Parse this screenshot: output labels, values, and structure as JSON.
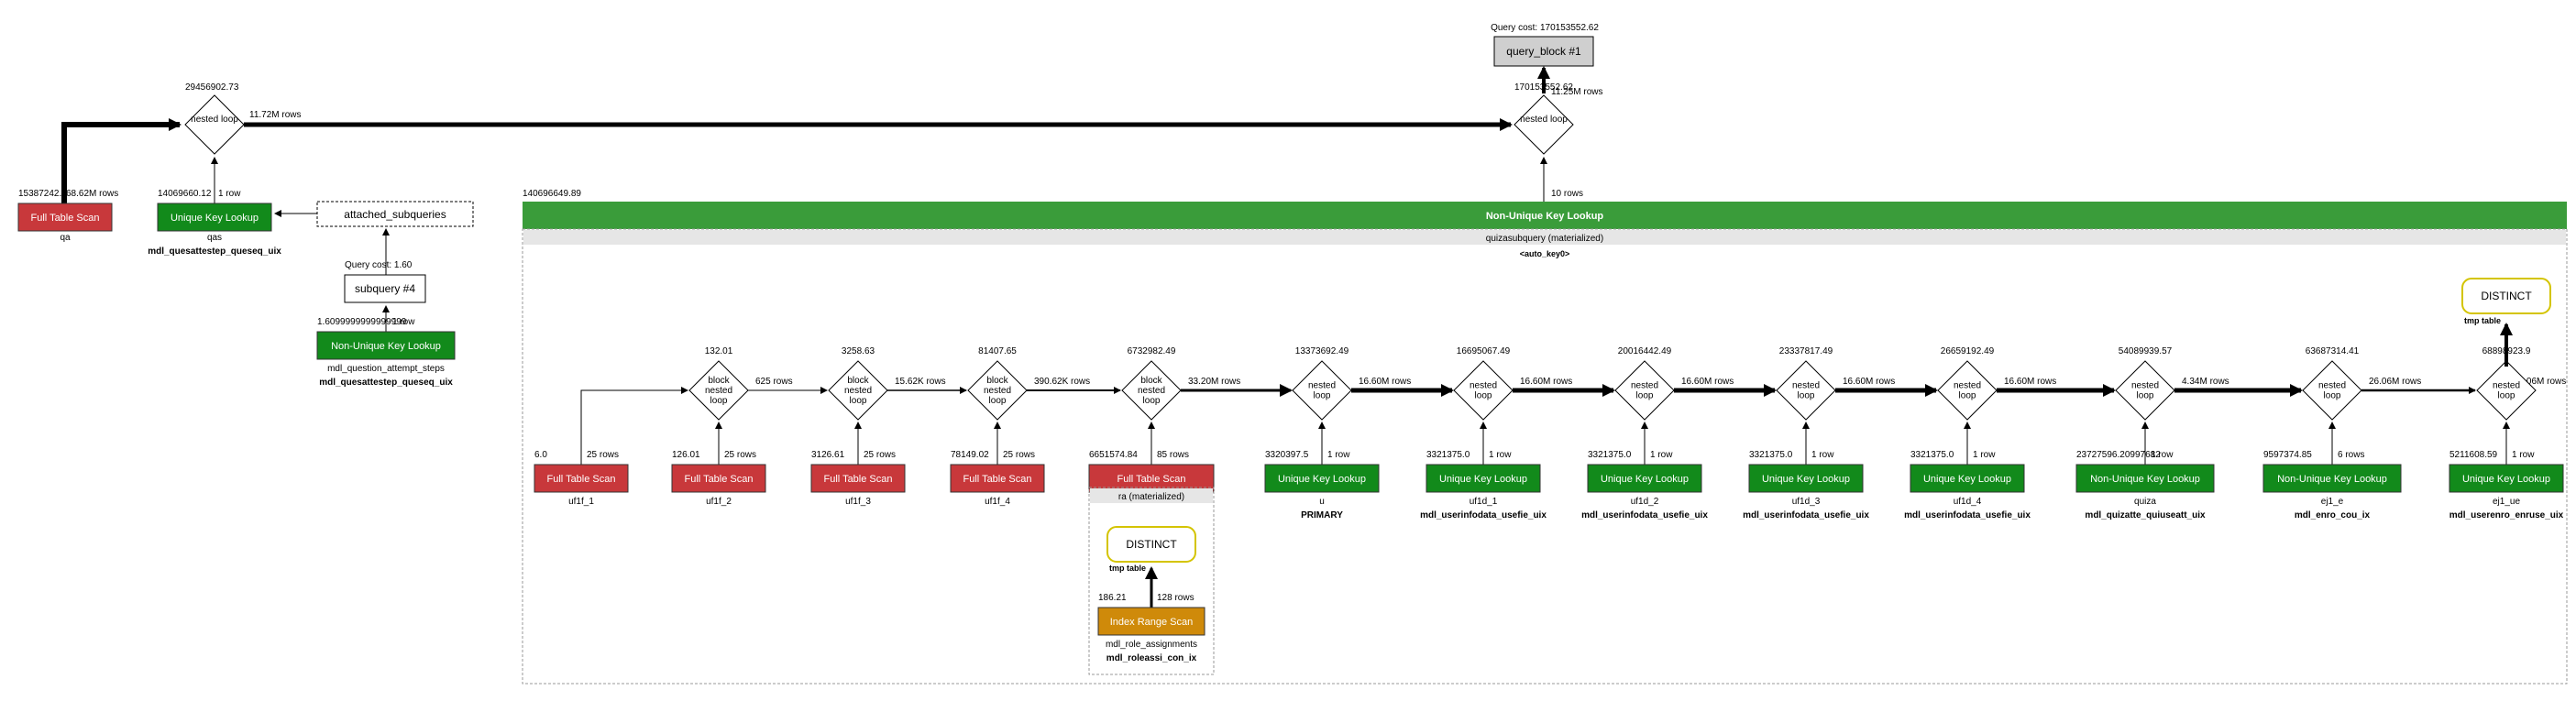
{
  "query_block": {
    "cost_label": "Query cost: 170153552.62",
    "title": "query_block #1"
  },
  "top_join": {
    "cost": "170153552.62",
    "rows": "11.25M rows",
    "node_text": "nested loop"
  },
  "outer": {
    "nl1": {
      "cost": "29456902.73",
      "rows": "11.72M rows",
      "node_text": "nested loop"
    },
    "qa": {
      "cost": "15387242.3",
      "rows": "68.62M rows",
      "label": "Full Table Scan",
      "table": "qa"
    },
    "qas": {
      "cost": "14069660.12",
      "rows": "1 row",
      "label": "Unique Key Lookup",
      "table": "qas",
      "key": "mdl_quesattestep_queseq_uix"
    },
    "attached_subqueries": "attached_subqueries",
    "subquery4": {
      "cost_label": "Query cost: 1.60",
      "title": "subquery #4"
    },
    "qas_sub": {
      "cost": "1.6099999999999999",
      "rows": "1 row",
      "label": "Non-Unique Key Lookup",
      "table": "mdl_question_attempt_steps",
      "key": "mdl_quesattestep_queseq_uix"
    }
  },
  "quizasubquery": {
    "cost": "140696649.89",
    "rows": "10 rows",
    "header_label": "Non-Unique Key Lookup",
    "name": "quizasubquery (materialized)",
    "key": "<auto_key0>"
  },
  "joins": [
    {
      "cost": "132.01",
      "rows": "625 rows",
      "node_text": "block nested loop"
    },
    {
      "cost": "3258.63",
      "rows": "15.62K rows",
      "node_text": "block nested loop"
    },
    {
      "cost": "81407.65",
      "rows": "390.62K rows",
      "node_text": "block nested loop"
    },
    {
      "cost": "6732982.49",
      "rows": "33.20M rows",
      "node_text": "block nested loop"
    },
    {
      "cost": "13373692.49",
      "rows": "16.60M rows",
      "node_text": "nested loop"
    },
    {
      "cost": "16695067.49",
      "rows": "16.60M rows",
      "node_text": "nested loop"
    },
    {
      "cost": "20016442.49",
      "rows": "16.60M rows",
      "node_text": "nested loop"
    },
    {
      "cost": "23337817.49",
      "rows": "16.60M rows",
      "node_text": "nested loop"
    },
    {
      "cost": "26659192.49",
      "rows": "16.60M rows",
      "node_text": "nested loop"
    },
    {
      "cost": "54089939.57",
      "rows": "4.34M rows",
      "node_text": "nested loop"
    },
    {
      "cost": "63687314.41",
      "rows": "26.06M rows",
      "node_text": "nested loop"
    },
    {
      "cost": "68898923.9",
      "rows": "26.06M rows",
      "node_text": "nested loop"
    }
  ],
  "scans": [
    {
      "cost": "6.0",
      "rows": "25 rows",
      "label": "Full Table Scan",
      "table": "uf1f_1",
      "key": "",
      "kind": "full"
    },
    {
      "cost": "126.01",
      "rows": "25 rows",
      "label": "Full Table Scan",
      "table": "uf1f_2",
      "key": "",
      "kind": "full"
    },
    {
      "cost": "3126.61",
      "rows": "25 rows",
      "label": "Full Table Scan",
      "table": "uf1f_3",
      "key": "",
      "kind": "full"
    },
    {
      "cost": "78149.02",
      "rows": "25 rows",
      "label": "Full Table Scan",
      "table": "uf1f_4",
      "key": "",
      "kind": "full"
    },
    {
      "cost": "6651574.84",
      "rows": "85 rows",
      "label": "Full Table Scan",
      "table": "",
      "key": "",
      "kind": "full-mat"
    },
    {
      "cost": "3320397.5",
      "rows": "1 row",
      "label": "Unique Key Lookup",
      "table": "u",
      "key": "PRIMARY",
      "kind": "green"
    },
    {
      "cost": "3321375.0",
      "rows": "1 row",
      "label": "Unique Key Lookup",
      "table": "uf1d_1",
      "key": "mdl_userinfodata_usefie_uix",
      "kind": "green"
    },
    {
      "cost": "3321375.0",
      "rows": "1 row",
      "label": "Unique Key Lookup",
      "table": "uf1d_2",
      "key": "mdl_userinfodata_usefie_uix",
      "kind": "green"
    },
    {
      "cost": "3321375.0",
      "rows": "1 row",
      "label": "Unique Key Lookup",
      "table": "uf1d_3",
      "key": "mdl_userinfodata_usefie_uix",
      "kind": "green"
    },
    {
      "cost": "3321375.0",
      "rows": "1 row",
      "label": "Unique Key Lookup",
      "table": "uf1d_4",
      "key": "mdl_userinfodata_usefie_uix",
      "kind": "green"
    },
    {
      "cost": "23727596.20997682",
      "rows": "1 row",
      "label": "Non-Unique Key Lookup",
      "table": "quiza",
      "key": "mdl_quizatte_quiuseatt_uix",
      "kind": "green"
    },
    {
      "cost": "9597374.85",
      "rows": "6 rows",
      "label": "Non-Unique Key Lookup",
      "table": "ej1_e",
      "key": "mdl_enro_cou_ix",
      "kind": "green"
    },
    {
      "cost": "5211608.59",
      "rows": "1 row",
      "label": "Unique Key Lookup",
      "table": "ej1_ue",
      "key": "mdl_userenro_enruse_uix",
      "kind": "green"
    }
  ],
  "ra": {
    "name": "ra (materialized)",
    "distinct": "DISTINCT",
    "tmp": "tmp table",
    "cost": "186.21",
    "rows": "128 rows",
    "label": "Index Range Scan",
    "table": "mdl_role_assignments",
    "key": "mdl_roleassi_con_ix"
  },
  "final_distinct": {
    "label": "DISTINCT",
    "tmp": "tmp table"
  },
  "colors": {
    "full_scan": "#c8383b",
    "lookup": "#128a1b",
    "range": "#cf8a0a",
    "header": "#3a9c3a",
    "distinct_border": "#d4c400"
  }
}
